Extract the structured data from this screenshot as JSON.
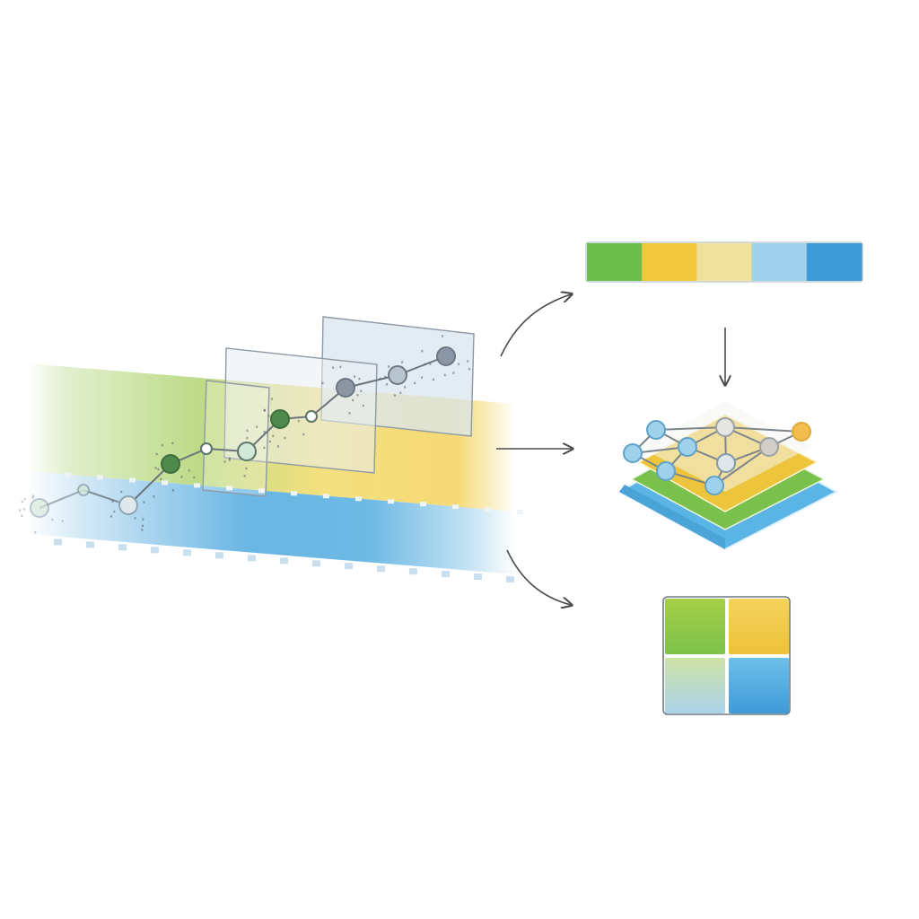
{
  "diagram": {
    "kind": "data-flow illustration",
    "texts": [],
    "colors": {
      "green": "#6cbf4a",
      "yellow": "#f0c93c",
      "pale_yellow": "#efe29a",
      "light_blue": "#9fd0ec",
      "blue": "#3f9ad8",
      "node_gray": "#8a96a4",
      "node_green": "#4f8a4c",
      "node_fill": "#d4e8d9",
      "node_stroke": "#5c7569",
      "line": "#6c757d",
      "arrow": "#4a4a4a",
      "layer_blue": "#5bb4e6",
      "layer_green": "#79c04d",
      "layer_yellow": "#ecc53c",
      "orange_node": "#f0bd4e"
    },
    "bar": {
      "segments": [
        {
          "name": "green",
          "color": "#6cbf4a"
        },
        {
          "name": "yellow",
          "color": "#f0c93c"
        },
        {
          "name": "pale-yellow",
          "color": "#efe29a"
        },
        {
          "name": "light-blue",
          "color": "#9fd0ec"
        },
        {
          "name": "blue",
          "color": "#3f9ad8"
        }
      ]
    },
    "quad_grid": {
      "cells": [
        {
          "name": "green",
          "from": "#a6cf47",
          "to": "#7cc24a"
        },
        {
          "name": "yellow",
          "from": "#f3d25c",
          "to": "#eec23a"
        },
        {
          "name": "pale-green-blue",
          "from": "#cfe2a6",
          "to": "#a9d3ea"
        },
        {
          "name": "blue",
          "from": "#6cc0ea",
          "to": "#3f9ad8"
        }
      ]
    },
    "arrows": [
      "to-color-bar",
      "to-layer-stack",
      "to-quad-grid",
      "bar-to-stack"
    ],
    "layers": [
      "blue",
      "green",
      "yellow"
    ]
  }
}
